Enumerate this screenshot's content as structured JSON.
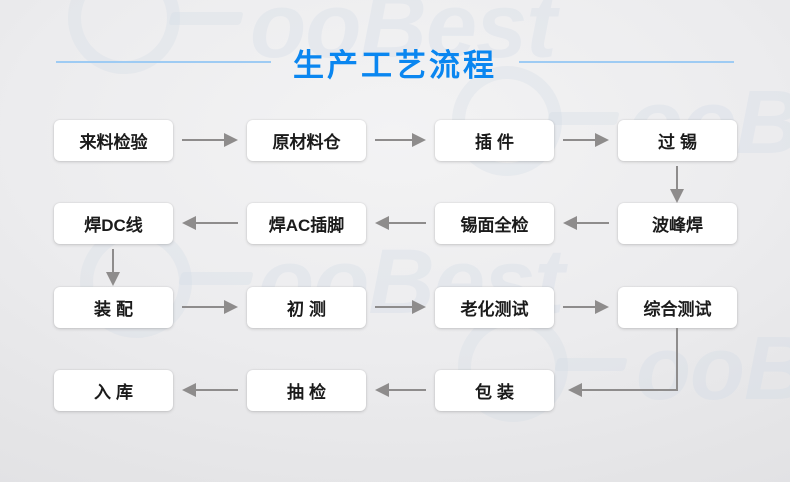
{
  "header": {
    "title": "生产工艺流程",
    "rule_color": "#9ecbf3",
    "title_color": "#0a86f0"
  },
  "watermark": {
    "text": "ooBest",
    "color": "#cfd9e6"
  },
  "flow": {
    "arrow_color": "#8e8c8c",
    "node_bg": "#ffffff",
    "nodes": [
      {
        "id": "incoming-inspection",
        "label": "来料检验",
        "row": 1,
        "col": 1,
        "spaced": false
      },
      {
        "id": "raw-material-warehouse",
        "label": "原材料仓",
        "row": 1,
        "col": 2,
        "spaced": false
      },
      {
        "id": "insert-parts",
        "label": "插件",
        "row": 1,
        "col": 3,
        "spaced": true
      },
      {
        "id": "tinning",
        "label": "过锡",
        "row": 1,
        "col": 4,
        "spaced": true
      },
      {
        "id": "weld-dc-wire",
        "label": "焊DC线",
        "row": 2,
        "col": 1,
        "spaced": false
      },
      {
        "id": "weld-ac-pin",
        "label": "焊AC插脚",
        "row": 2,
        "col": 2,
        "spaced": false
      },
      {
        "id": "tin-surface-full-inspection",
        "label": "锡面全检",
        "row": 2,
        "col": 3,
        "spaced": false
      },
      {
        "id": "wave-soldering",
        "label": "波峰焊",
        "row": 2,
        "col": 4,
        "spaced": false
      },
      {
        "id": "assembly",
        "label": "装配",
        "row": 3,
        "col": 1,
        "spaced": true
      },
      {
        "id": "first-test",
        "label": "初测",
        "row": 3,
        "col": 2,
        "spaced": true
      },
      {
        "id": "aging-test",
        "label": "老化测试",
        "row": 3,
        "col": 3,
        "spaced": false
      },
      {
        "id": "comprehensive-test",
        "label": "综合测试",
        "row": 3,
        "col": 4,
        "spaced": false
      },
      {
        "id": "warehousing",
        "label": "入库",
        "row": 4,
        "col": 1,
        "spaced": true
      },
      {
        "id": "sampling-inspection",
        "label": "抽检",
        "row": 4,
        "col": 2,
        "spaced": true
      },
      {
        "id": "packaging",
        "label": "包装",
        "row": 4,
        "col": 3,
        "spaced": true
      }
    ],
    "connectors": [
      {
        "id": "arrow-incoming-to-raw",
        "direction": "right",
        "row": 1,
        "gap": 1
      },
      {
        "id": "arrow-raw-to-insert",
        "direction": "right",
        "row": 1,
        "gap": 2
      },
      {
        "id": "arrow-insert-to-tinning",
        "direction": "right",
        "row": 1,
        "gap": 3
      },
      {
        "id": "arrow-tinning-to-wave",
        "direction": "down",
        "col": 4,
        "row": 1
      },
      {
        "id": "arrow-wave-to-tinsurface",
        "direction": "left",
        "row": 2,
        "gap": 3
      },
      {
        "id": "arrow-tinsurface-to-weldac",
        "direction": "left",
        "row": 2,
        "gap": 2
      },
      {
        "id": "arrow-weldac-to-welddc",
        "direction": "left",
        "row": 2,
        "gap": 1
      },
      {
        "id": "arrow-welddc-to-assembly",
        "direction": "down",
        "col": 1,
        "row": 2
      },
      {
        "id": "arrow-assembly-to-firsttest",
        "direction": "right",
        "row": 3,
        "gap": 1
      },
      {
        "id": "arrow-firsttest-to-aging",
        "direction": "right",
        "row": 3,
        "gap": 2
      },
      {
        "id": "arrow-aging-to-comprehensive",
        "direction": "right",
        "row": 3,
        "gap": 3
      },
      {
        "id": "elbow-comprehensive-to-packaging",
        "direction": "elbow-down-left"
      },
      {
        "id": "arrow-packaging-to-sampling",
        "direction": "left",
        "row": 4,
        "gap": 2
      },
      {
        "id": "arrow-sampling-to-warehousing",
        "direction": "left",
        "row": 4,
        "gap": 1
      }
    ]
  }
}
